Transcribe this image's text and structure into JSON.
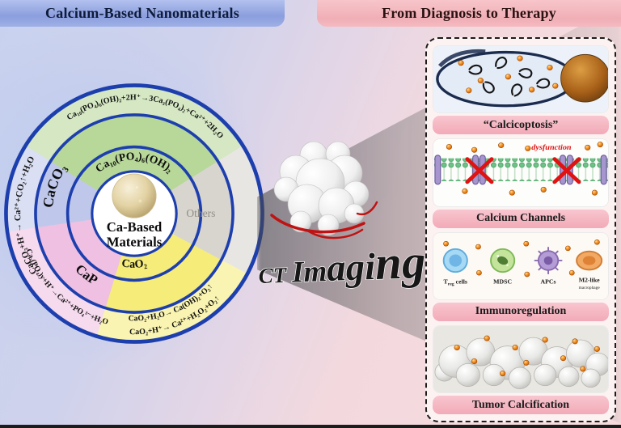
{
  "header": {
    "left_title": "Calcium-Based Nanomaterials",
    "right_title": "From Diagnosis to Therapy"
  },
  "wheel": {
    "center": {
      "line1": "Ca-Based",
      "line2": "Materials"
    },
    "rings": {
      "hydroxyapatite": "Ca₁₀(PO₄)₆(OH)₂",
      "caco3": "CaCO₃",
      "cap": "CaP",
      "cao2": "CaO₂",
      "others": "Others"
    },
    "equations": {
      "caco3": "CaCO₃+H⁺→ Ca²⁺+CO₂↑+H₂O",
      "hydroxyapatite": "Ca₁₀(PO₄)₆(OH)₂+2H⁺→3Ca₃(PO₄)₂+Ca²⁺+2H₂O",
      "cap": "Caₓ(PO₄)y+H⁺→Ca²⁺+PO₄³⁻+H₂O",
      "cao2_line1": "CaO₂+H₂O→ Ca(OH)₂+O₂↑",
      "cao2_line2": "CaO₂+H⁺→ Ca²⁺+H₂O₂+O₂↑"
    }
  },
  "ct": {
    "parts": [
      "CT",
      "Im",
      "agi",
      "ng"
    ]
  },
  "panel": {
    "rows": [
      {
        "label": "“Calcicoptosis”"
      },
      {
        "label": "Calcium Channels",
        "annotation": "dysfunction"
      },
      {
        "label": "Immunoregulation",
        "cells": [
          {
            "pre": "T",
            "sub": "reg",
            "post": "cells"
          },
          {
            "name": "MDSC"
          },
          {
            "name": "APCs"
          },
          {
            "name": "M2-like",
            "sub_label": "macrophage"
          }
        ]
      },
      {
        "label": "Tumor Calcification"
      }
    ]
  },
  "colors": {
    "header_blue": "#8fa2e0",
    "header_pink": "#f2afb6",
    "ring_blue": "#1d3fae",
    "wedge_green": "#b7d898",
    "wedge_yellow": "#f6ec7a",
    "wedge_pink": "#efc0e2",
    "wedge_lavender": "#bfc8ea",
    "wedge_gray": "#d8d5cf",
    "label_pink": "#f5b9c3",
    "dysfunction_red": "#e01212",
    "calcium_ion_orange": "#f59022"
  }
}
